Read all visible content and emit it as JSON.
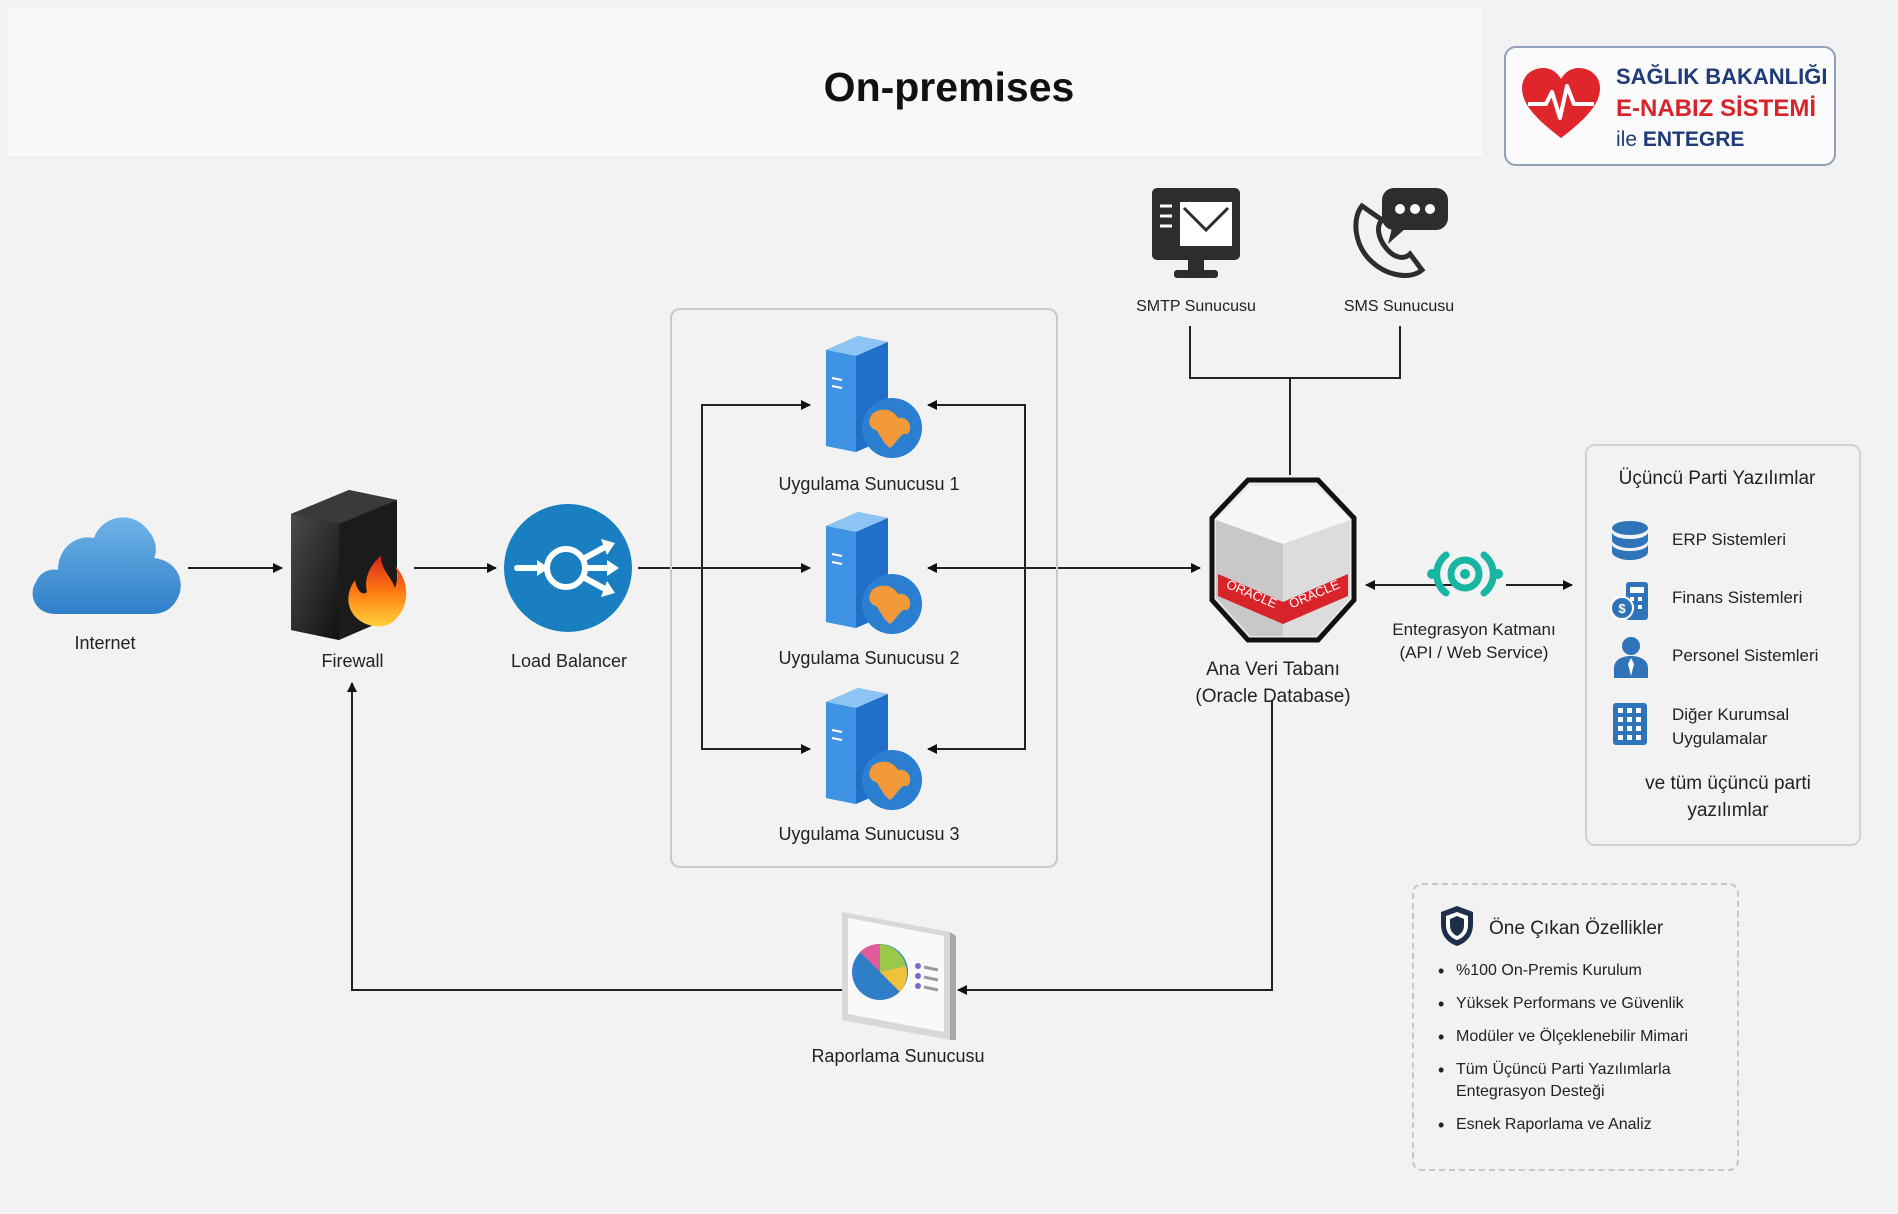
{
  "header": {
    "title": "On-premises"
  },
  "brand": {
    "line1": "SAĞLIK BAKANLIĞI",
    "line2": "E-NABIZ SİSTEMİ",
    "line3_prefix": "ile",
    "line3_strong": "ENTEGRE",
    "heart_color": "#e0262d"
  },
  "nodes": {
    "internet": "Internet",
    "firewall": "Firewall",
    "load_balancer": "Load Balancer",
    "app_servers": [
      "Uygulama Sunucusu 1",
      "Uygulama Sunucusu 2",
      "Uygulama Sunucusu 3"
    ],
    "smtp": "SMTP Sunucusu",
    "sms": "SMS Sunucusu",
    "database": {
      "line1": "Ana Veri Tabanı",
      "line2": "(Oracle Database)",
      "badge": "ORACLE"
    },
    "integration": {
      "line1": "Entegrasyon Katmanı",
      "line2": "(API / Web Service)"
    },
    "reporting": "Raporlama Sunucusu"
  },
  "third_party": {
    "title": "Üçüncü Parti Yazılımlar",
    "items": [
      {
        "icon": "database-stack-icon",
        "label": "ERP Sistemleri"
      },
      {
        "icon": "finance-icon",
        "label": "Finans Sistemleri"
      },
      {
        "icon": "person-icon",
        "label": "Personel Sistemleri"
      },
      {
        "icon": "building-icon",
        "label": "Diğer Kurumsal\nUygulamalar"
      }
    ],
    "more": "ve tüm üçüncü parti\nyazılımlar"
  },
  "features": {
    "title": "Öne Çıkan Özellikler",
    "items": [
      "%100 On-Premis Kurulum",
      "Yüksek Performans ve Güvenlik",
      "Modüler ve Ölçeklenebilir Mimari",
      "Tüm Üçüncü Parti Yazılımlarla Entegrasyon Desteği",
      "Esnek Raporlama ve Analiz"
    ]
  },
  "colors": {
    "accent_blue": "#1a7fc1",
    "oracle_red": "#d8232a",
    "integration_teal": "#18b5a3",
    "icon_blue": "#2f73b8"
  }
}
